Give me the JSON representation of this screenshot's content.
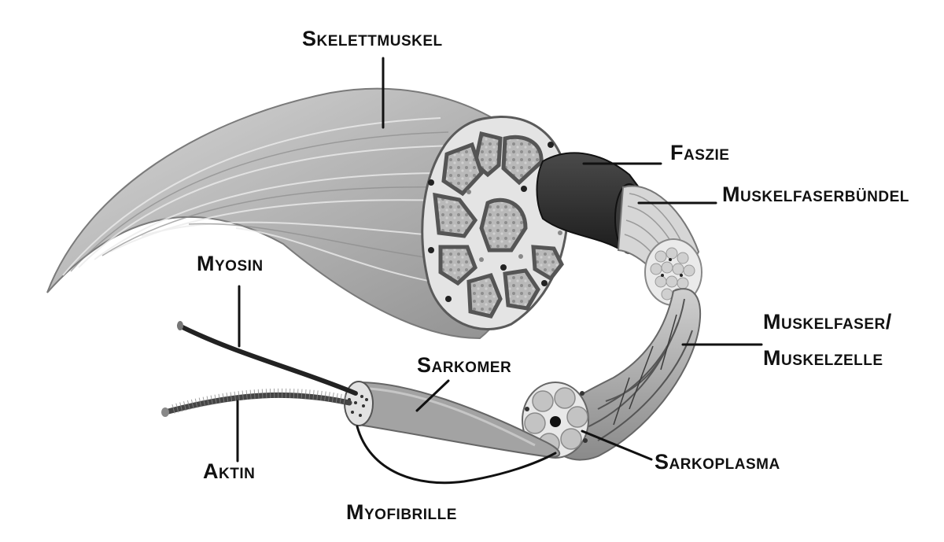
{
  "labels": {
    "skelettmuskel": "Skelettmuskel",
    "faszie": "Faszie",
    "muskelfaserbuendel": "Muskelfaserbündel",
    "myosin": "Myosin",
    "muskelfaser_line1": "Muskelfaser/",
    "muskelfaser_line2": "Muskelzelle",
    "sarkomer": "Sarkomer",
    "aktin": "Aktin",
    "sarkoplasma": "Sarkoplasma",
    "myofibrille": "Myofibrille"
  },
  "colors": {
    "muscle_light": "#c8c8c8",
    "muscle_mid": "#a9a9a9",
    "muscle_dark": "#7d7d7d",
    "fascia": "#2b2b2b",
    "text": "#111111"
  }
}
